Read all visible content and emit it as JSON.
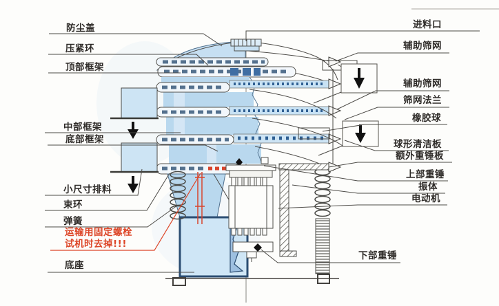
{
  "diagram": {
    "type": "technical-diagram",
    "subject": "rotary-vibrating-sieve-structure",
    "left_labels": [
      {
        "id": "dust-cover",
        "text": "防尘盖"
      },
      {
        "id": "press-ring",
        "text": "压紧环"
      },
      {
        "id": "top-frame",
        "text": "顶部框架"
      },
      {
        "id": "middle-frame",
        "text": "中部框架"
      },
      {
        "id": "bottom-frame",
        "text": "底部框架"
      },
      {
        "id": "small-size-discharge",
        "text": "小尺寸排料"
      },
      {
        "id": "clamp-ring",
        "text": "束环"
      },
      {
        "id": "spring",
        "text": "弹簧"
      },
      {
        "id": "base",
        "text": "底座"
      }
    ],
    "warning_note": {
      "line1": "运输用固定螺栓",
      "line2": "试机时去掉!!!",
      "color": "#dd4628"
    },
    "right_labels": [
      {
        "id": "feed-inlet",
        "text": "进料口"
      },
      {
        "id": "aux-screen-1",
        "text": "辅助筛网"
      },
      {
        "id": "aux-screen-2",
        "text": "辅助筛网"
      },
      {
        "id": "screen-flange",
        "text": "筛网法兰"
      },
      {
        "id": "rubber-ball",
        "text": "橡胶球"
      },
      {
        "id": "ball-cleaning-plate",
        "text": "球形清洁板"
      },
      {
        "id": "extra-weight-plate",
        "text": "额外重锤板"
      },
      {
        "id": "upper-weight",
        "text": "上部重锤"
      },
      {
        "id": "vibrating-body",
        "text": "振体"
      },
      {
        "id": "motor",
        "text": "电动机"
      },
      {
        "id": "lower-weight",
        "text": "下部重锤"
      }
    ],
    "colors": {
      "leader_line": "#4c4a46",
      "label_text": "#2e2b28",
      "warning_red": "#dd4628",
      "body_fill": "#b9d8ee",
      "body_fill_light": "#cfe6f6",
      "screen_strip": "#c8e2f4",
      "screen_dots": "#2f5f92",
      "base_outline": "#2b4d72",
      "dark_block": "#3f6ea3"
    }
  }
}
